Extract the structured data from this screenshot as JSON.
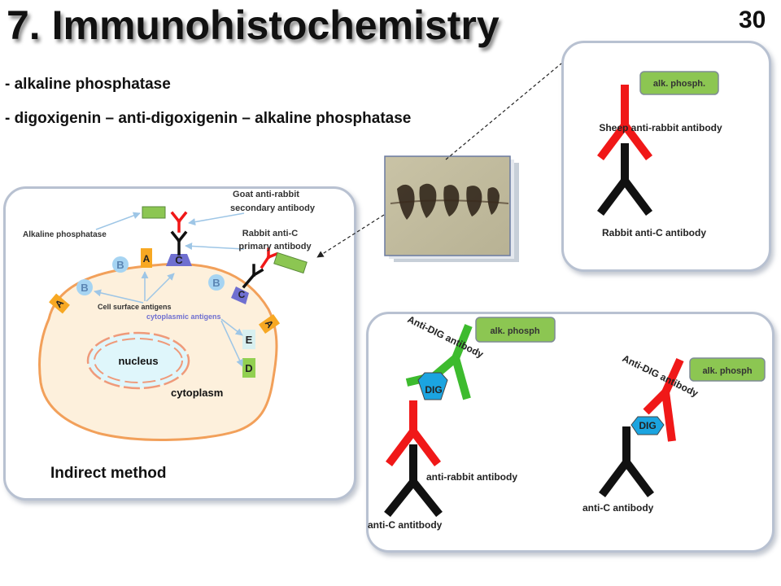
{
  "header": {
    "title": "7. Immunohistochemistry",
    "slide_number": "30",
    "bullets": [
      "- alkaline phosphatase",
      "- digoxigenin – anti-digoxigenin – alkaline phosphatase"
    ]
  },
  "indirect": {
    "goat_label_1": "Goat anti-rabbit",
    "goat_label_2": "secondary antibody",
    "rabbit_label_1": "Rabbit anti-C",
    "rabbit_label_2": "primary antibody",
    "alk_label": "Alkaline phosphatase",
    "cell_surface_label": "Cell surface antigens",
    "cytoplasmic_label": "cytoplasmic antigens",
    "nucleus_label": "nucleus",
    "cytoplasm_label": "cytoplasm",
    "method_label": "Indirect method",
    "antigens": {
      "a": "A",
      "b": "B",
      "c": "C",
      "d": "D",
      "e": "E"
    }
  },
  "top_right": {
    "enzyme": "alk. phosph.",
    "secondary_label": "Sheep anti-rabbit antibody",
    "primary_label": "Rabbit anti-C antibody"
  },
  "bottom_right": {
    "left": {
      "enzyme": "alk. phosph",
      "anti_dig": "Anti-DIG antibody",
      "dig": "DIG",
      "anti_rabbit": "anti-rabbit antibody",
      "anti_c": "anti-C antitbody"
    },
    "right": {
      "enzyme": "alk. phosph",
      "anti_dig": "Anti-DIG antibody",
      "dig": "DIG",
      "anti_c": "anti-C antibody"
    }
  },
  "colors": {
    "antibody_red": "#f01818",
    "antibody_black": "#111111",
    "antibody_green": "#3dbb2e",
    "enzyme_green": "#8cc652",
    "dig_blue": "#1ba4e0",
    "antigen_a": "#f7a823",
    "antigen_b": "#a6d4f2",
    "antigen_c": "#6f6fd0",
    "antigen_d": "#92d050",
    "antigen_e": "#d8f0f0",
    "cell_fill": "#fdf0dc",
    "cell_edge": "#f2a05a",
    "nucleus_fill": "#dff6fb",
    "panel_border": "#b8c1d1"
  }
}
